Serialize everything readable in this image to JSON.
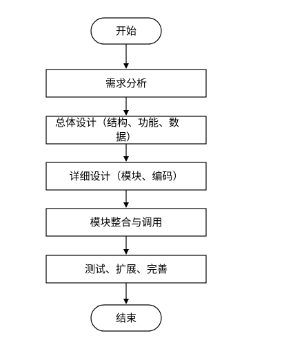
{
  "flowchart": {
    "start": "开始",
    "steps": [
      "需求分析",
      "总体设计（结构、功能、数",
      "据）",
      "详细设计（模块、编码）",
      "模块整合与调用",
      "测试、扩展、完善"
    ],
    "end": "结束"
  }
}
